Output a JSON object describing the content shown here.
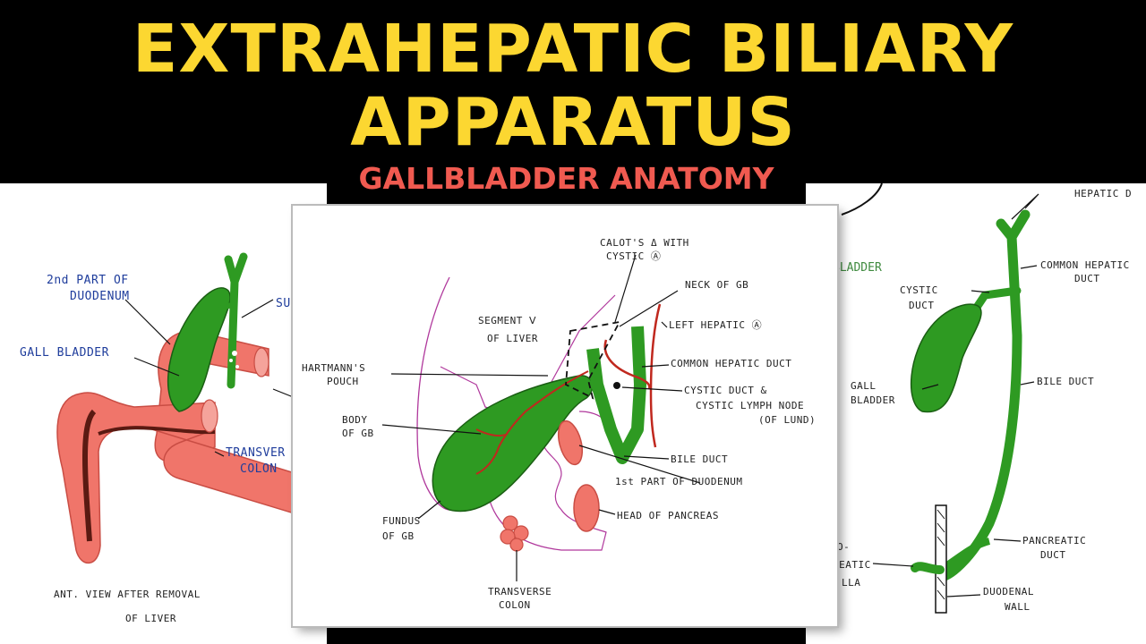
{
  "title": {
    "line1": "EXTRAHEPATIC BILIARY",
    "line2": "APPARATUS",
    "subtitle": "GALLBLADDER ANATOMY"
  },
  "colors": {
    "title": "#fcd731",
    "subtitle": "#f05a50",
    "organ_green": "#2e9a22",
    "duodenum_red": "#f0756a",
    "artery_red": "#c0281e",
    "label_blue": "#1f3d9c"
  },
  "left_panel": {
    "labels": {
      "duodenum_2nd_a": "2nd PART OF",
      "duodenum_2nd_b": "DUODENUM",
      "gall_bladder": "GALL BLADDER",
      "partial_su": "SU",
      "transverse_a": "TRANSVER",
      "transverse_b": "COLON",
      "caption_a": "ANT. VIEW AFTER REMOVAL",
      "caption_b": "OF LIVER"
    }
  },
  "center_panel": {
    "labels": {
      "calots_a": "CALOT'S Δ WITH",
      "calots_b": "CYSTIC Ⓐ",
      "neck_gb": "NECK OF GB",
      "segment_a": "SEGMENT Ⅴ",
      "segment_b": "OF LIVER",
      "left_hepatic": "LEFT HEPATIC Ⓐ",
      "hartmann_a": "HARTMANN'S",
      "hartmann_b": "POUCH",
      "common_hepatic": "COMMON HEPATIC DUCT",
      "cystic_duct_a": "CYSTIC DUCT &",
      "cystic_duct_b": "CYSTIC LYMPH NODE",
      "cystic_duct_c": "(OF LUND)",
      "body_a": "BODY",
      "body_b": "OF GB",
      "bile_duct": "BILE DUCT",
      "duodenum_1st": "1st PART OF DUODENUM",
      "head_pancreas": "HEAD OF PANCREAS",
      "fundus_a": "FUNDUS",
      "fundus_b": "OF GB",
      "transverse_a": "TRANSVERSE",
      "transverse_b": "COLON"
    }
  },
  "right_panel": {
    "labels": {
      "hepatic_top_a": "HEPATIC D",
      "partial_bladder": "BLADDER",
      "cystic_a": "CYSTIC",
      "cystic_b": "DUCT",
      "common_hepatic_a": "COMMON HEPATIC",
      "common_hepatic_b": "DUCT",
      "gall_a": "GALL",
      "gall_b": "BLADDER",
      "bile_duct": "BILE DUCT",
      "pancreatic_a": "PANCREATIC",
      "pancreatic_b": "DUCT",
      "ampulla_a": "O-",
      "ampulla_b": "REATIC",
      "ampulla_c": "LLA",
      "duodenal_a": "DUODENAL",
      "duodenal_b": "WALL"
    }
  }
}
